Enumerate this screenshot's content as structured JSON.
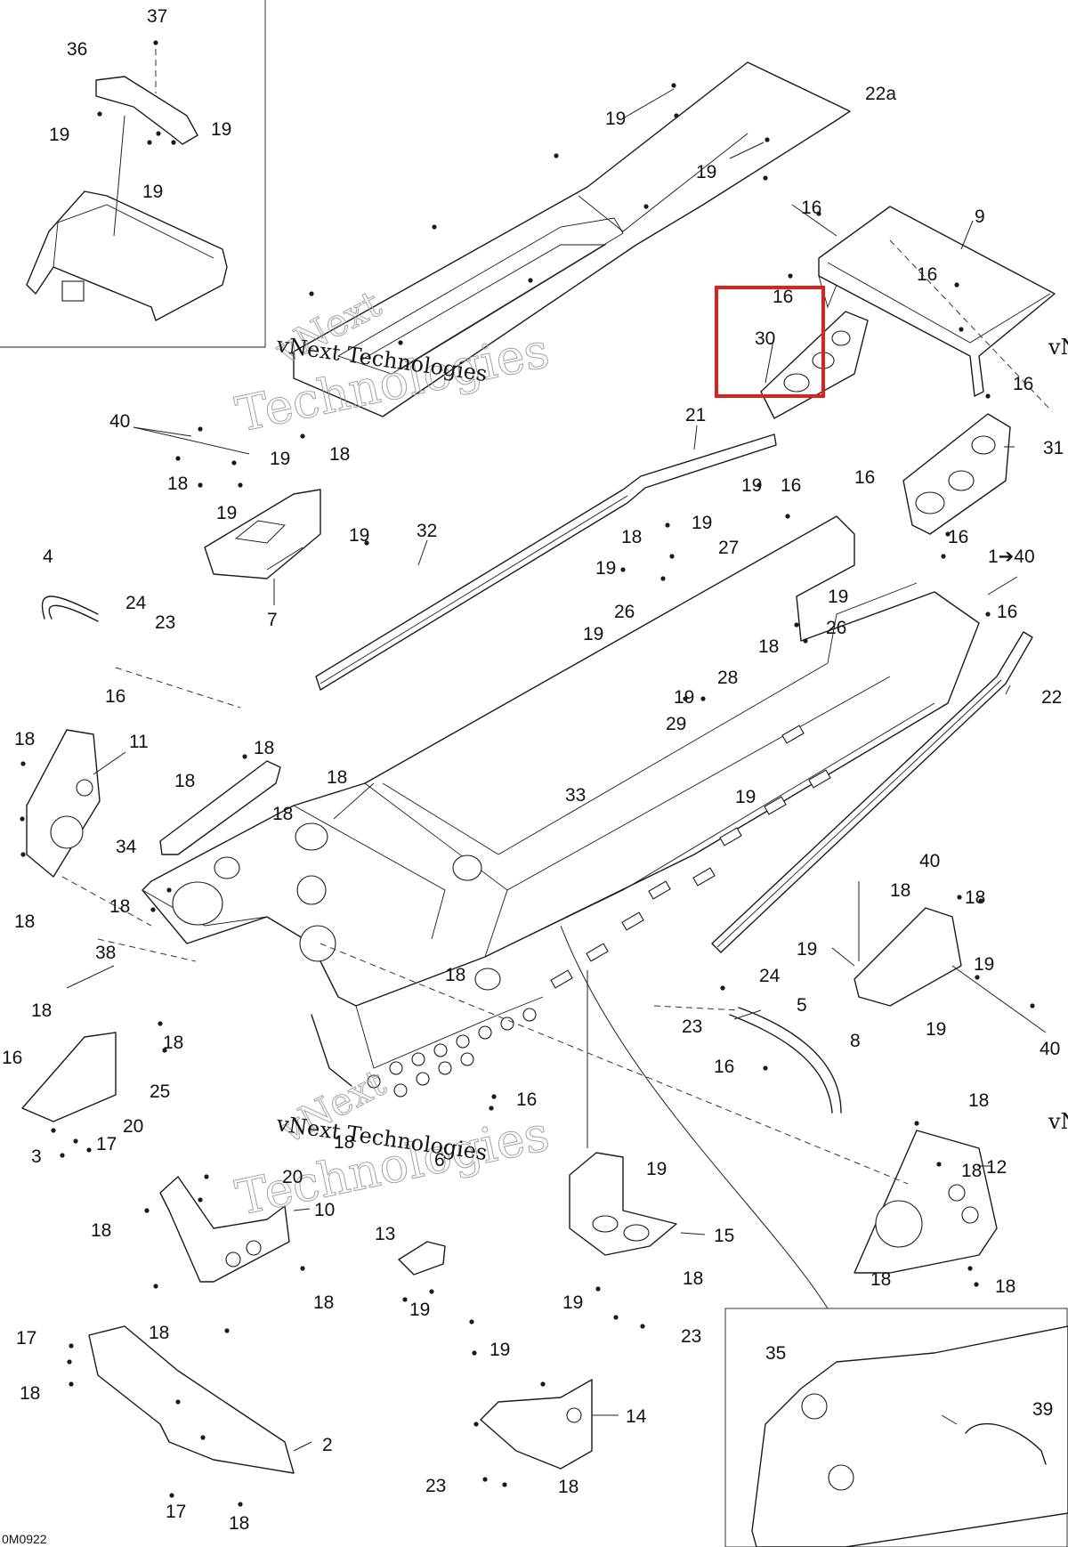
{
  "callouts": [
    {
      "id": "c37",
      "text": "37"
    },
    {
      "id": "c36",
      "text": "36"
    },
    {
      "id": "c19a",
      "text": "19"
    },
    {
      "id": "c19b",
      "text": "19"
    },
    {
      "id": "c19c",
      "text": "19"
    },
    {
      "id": "c22a",
      "text": "22a"
    },
    {
      "id": "c19d",
      "text": "19"
    },
    {
      "id": "c19e",
      "text": "19"
    },
    {
      "id": "c16a",
      "text": "16"
    },
    {
      "id": "c9",
      "text": "9"
    },
    {
      "id": "c16b",
      "text": "16"
    },
    {
      "id": "c16c",
      "text": "16"
    },
    {
      "id": "c30",
      "text": "30"
    },
    {
      "id": "c16d",
      "text": "16"
    },
    {
      "id": "c31",
      "text": "31"
    },
    {
      "id": "c21",
      "text": "21"
    },
    {
      "id": "c40a",
      "text": "40"
    },
    {
      "id": "c19f",
      "text": "19"
    },
    {
      "id": "c18a",
      "text": "18"
    },
    {
      "id": "c18b",
      "text": "18"
    },
    {
      "id": "c19g",
      "text": "19"
    },
    {
      "id": "c7",
      "text": "7"
    },
    {
      "id": "c19h",
      "text": "19"
    },
    {
      "id": "c32",
      "text": "32"
    },
    {
      "id": "c19i",
      "text": "19"
    },
    {
      "id": "c16e",
      "text": "16"
    },
    {
      "id": "c16f",
      "text": "16"
    },
    {
      "id": "c18c",
      "text": "18"
    },
    {
      "id": "c19j",
      "text": "19"
    },
    {
      "id": "c27",
      "text": "27"
    },
    {
      "id": "c19k",
      "text": "19"
    },
    {
      "id": "c16g",
      "text": "16"
    },
    {
      "id": "c1",
      "text": "1➔40"
    },
    {
      "id": "c4",
      "text": "4"
    },
    {
      "id": "c24a",
      "text": "24"
    },
    {
      "id": "c23a",
      "text": "23"
    },
    {
      "id": "c16h",
      "text": "16"
    },
    {
      "id": "c26a",
      "text": "26"
    },
    {
      "id": "c19l",
      "text": "19"
    },
    {
      "id": "c19m",
      "text": "19"
    },
    {
      "id": "c26b",
      "text": "26"
    },
    {
      "id": "c18d",
      "text": "18"
    },
    {
      "id": "c28",
      "text": "28"
    },
    {
      "id": "c16i",
      "text": "16"
    },
    {
      "id": "c22",
      "text": "22"
    },
    {
      "id": "c19n",
      "text": "19"
    },
    {
      "id": "c29",
      "text": "29"
    },
    {
      "id": "c18e",
      "text": "18"
    },
    {
      "id": "c11",
      "text": "11"
    },
    {
      "id": "c18f",
      "text": "18"
    },
    {
      "id": "c18g",
      "text": "18"
    },
    {
      "id": "c18h",
      "text": "18"
    },
    {
      "id": "c18i",
      "text": "18"
    },
    {
      "id": "c33",
      "text": "33"
    },
    {
      "id": "c19o",
      "text": "19"
    },
    {
      "id": "c34",
      "text": "34"
    },
    {
      "id": "c18j",
      "text": "18"
    },
    {
      "id": "c18k",
      "text": "18"
    },
    {
      "id": "c40b",
      "text": "40"
    },
    {
      "id": "c18l",
      "text": "18"
    },
    {
      "id": "c18m",
      "text": "18"
    },
    {
      "id": "c38",
      "text": "38"
    },
    {
      "id": "c19p",
      "text": "19"
    },
    {
      "id": "c19q",
      "text": "19"
    },
    {
      "id": "c18n",
      "text": "18"
    },
    {
      "id": "c18o",
      "text": "18"
    },
    {
      "id": "c24b",
      "text": "24"
    },
    {
      "id": "c5",
      "text": "5"
    },
    {
      "id": "c23b",
      "text": "23"
    },
    {
      "id": "c18p",
      "text": "18"
    },
    {
      "id": "c16j",
      "text": "16"
    },
    {
      "id": "c8",
      "text": "8"
    },
    {
      "id": "c19r",
      "text": "19"
    },
    {
      "id": "c40c",
      "text": "40"
    },
    {
      "id": "c16k",
      "text": "16"
    },
    {
      "id": "c25",
      "text": "25"
    },
    {
      "id": "c16l",
      "text": "16"
    },
    {
      "id": "c20a",
      "text": "20"
    },
    {
      "id": "c3",
      "text": "3"
    },
    {
      "id": "c17a",
      "text": "17"
    },
    {
      "id": "c18q",
      "text": "18"
    },
    {
      "id": "c6",
      "text": "6"
    },
    {
      "id": "c18r",
      "text": "18"
    },
    {
      "id": "c19s",
      "text": "19"
    },
    {
      "id": "c18s",
      "text": "18"
    },
    {
      "id": "c12",
      "text": "12"
    },
    {
      "id": "c20b",
      "text": "20"
    },
    {
      "id": "c10",
      "text": "10"
    },
    {
      "id": "c18t",
      "text": "18"
    },
    {
      "id": "c15",
      "text": "15"
    },
    {
      "id": "c13",
      "text": "13"
    },
    {
      "id": "c18u",
      "text": "18"
    },
    {
      "id": "c18v",
      "text": "18"
    },
    {
      "id": "c19t",
      "text": "19"
    },
    {
      "id": "c19u",
      "text": "19"
    },
    {
      "id": "c18w",
      "text": "18"
    },
    {
      "id": "c18x",
      "text": "18"
    },
    {
      "id": "c18y",
      "text": "18"
    },
    {
      "id": "c23c",
      "text": "23"
    },
    {
      "id": "c17b",
      "text": "17"
    },
    {
      "id": "c18z",
      "text": "18"
    },
    {
      "id": "c19v",
      "text": "19"
    },
    {
      "id": "c35",
      "text": "35"
    },
    {
      "id": "c14",
      "text": "14"
    },
    {
      "id": "c39",
      "text": "39"
    },
    {
      "id": "c2",
      "text": "2"
    },
    {
      "id": "c23d",
      "text": "23"
    },
    {
      "id": "c18aa",
      "text": "18"
    },
    {
      "id": "c17c",
      "text": "17"
    },
    {
      "id": "c18ab",
      "text": "18"
    }
  ],
  "watermark": {
    "brand_top": "vNext Technologies",
    "brand_bottom": "vNext Technologies",
    "edge_right_1": "vN",
    "edge_right_2": "vN"
  },
  "drawing_code": "0M0922",
  "highlight": {
    "part": "30",
    "color": "#e02020"
  },
  "colors": {
    "line": "#1a1a1a",
    "background": "#ffffff",
    "watermark": "#9a9a9a"
  }
}
